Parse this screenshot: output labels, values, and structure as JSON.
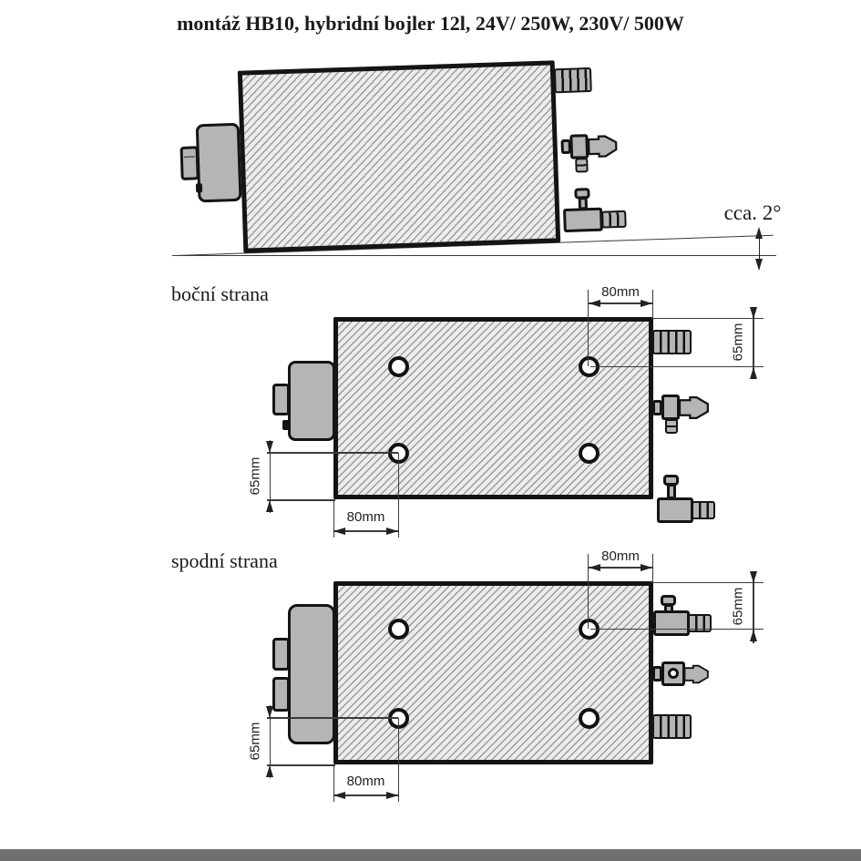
{
  "title": "montáž HB10, hybridní bojler 12l, 24V/ 250W, 230V/ 500W",
  "tilted_view": {
    "angle_note": "cca. 2°"
  },
  "side_view": {
    "label": "boční strana",
    "dim_top": "80mm",
    "dim_right": "65mm",
    "dim_left": "65mm",
    "dim_bottom": "80mm"
  },
  "bottom_view": {
    "label": "spodní strana",
    "dim_top": "80mm",
    "dim_right": "65mm",
    "dim_left": "65mm",
    "dim_bottom": "80mm"
  },
  "colors": {
    "outline": "#141414",
    "body_fill": "#ececec",
    "hatch_line": "#9b9b9b",
    "connector_fill": "#b5b5b5",
    "dimension_line": "#3a3a3a",
    "footer_bar": "#6f6f6f"
  }
}
